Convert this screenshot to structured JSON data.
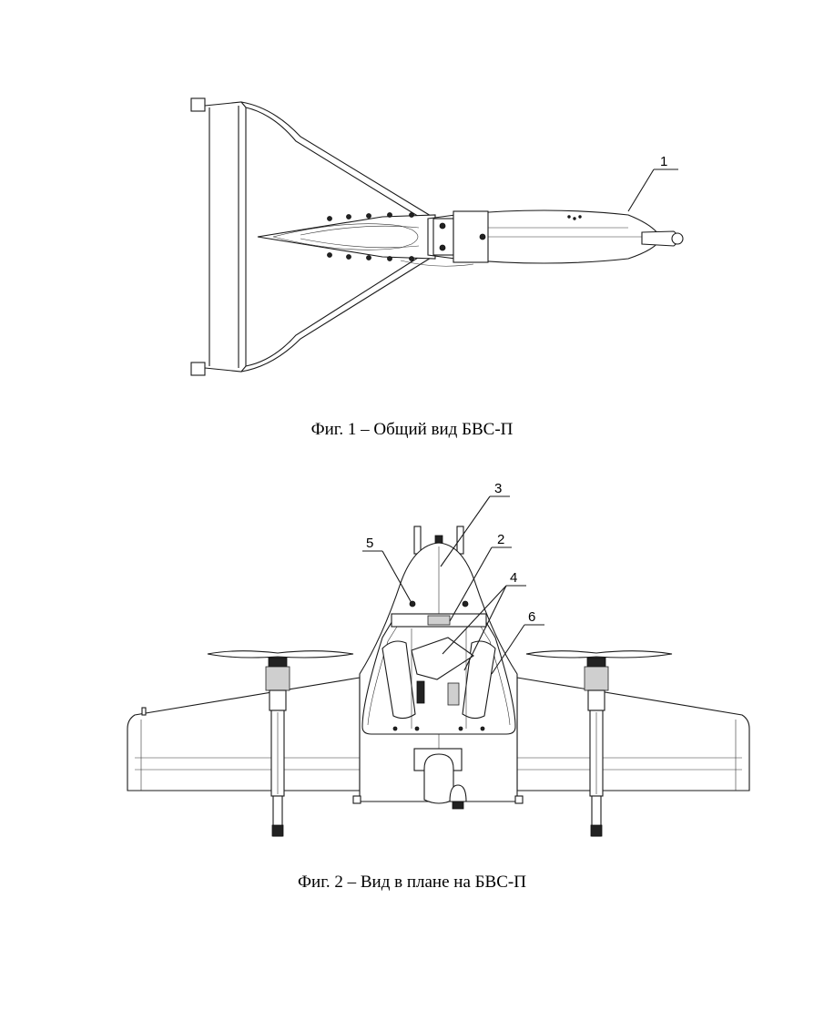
{
  "figure1": {
    "caption": "Фиг. 1 – Общий вид БВС-П",
    "callouts": [
      "1"
    ]
  },
  "figure2": {
    "caption": "Фиг. 2 – Вид в плане на БВС-П",
    "callouts": [
      "3",
      "5",
      "2",
      "4",
      "6"
    ]
  }
}
